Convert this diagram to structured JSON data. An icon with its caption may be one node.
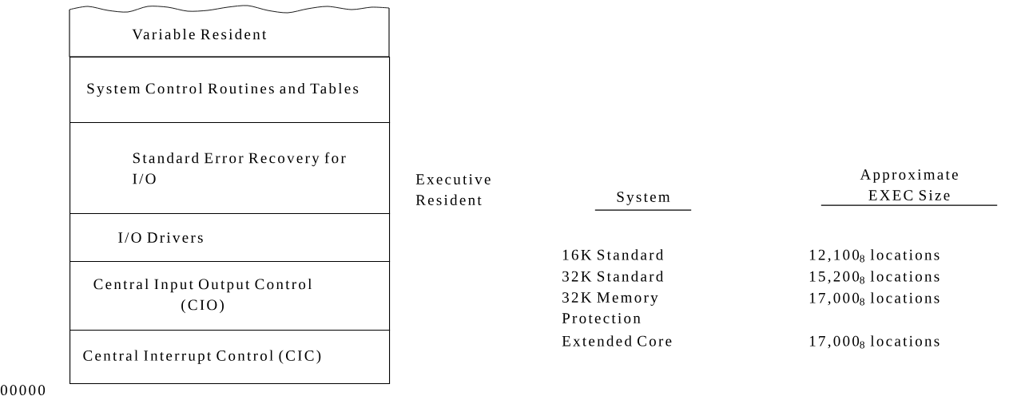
{
  "diagram": {
    "nodes": [
      {
        "text": [
          "Variable Resident"
        ]
      },
      {
        "text": [
          "System Control Routines and Tables"
        ]
      },
      {
        "text": [
          "Standard Error Recovery for I/O"
        ]
      },
      {
        "text": [
          "I/O Drivers"
        ]
      },
      {
        "text": [
          "Central Input Output Control (CIO)"
        ]
      },
      {
        "text": [
          "Central Interrupt Control (CIC)"
        ]
      }
    ],
    "labels": [
      "Executive Resident",
      "System",
      "Approximate EXEC Size",
      "16K Standard",
      "12,100$_{8}$ locations",
      "32K Standard",
      "15,200$_{8}$ locations",
      "32K Memory Protection",
      "17,000$_{8}$ locations",
      "Extended Core",
      "17,000$_{8}$ locations",
      "00000"
    ]
  }
}
